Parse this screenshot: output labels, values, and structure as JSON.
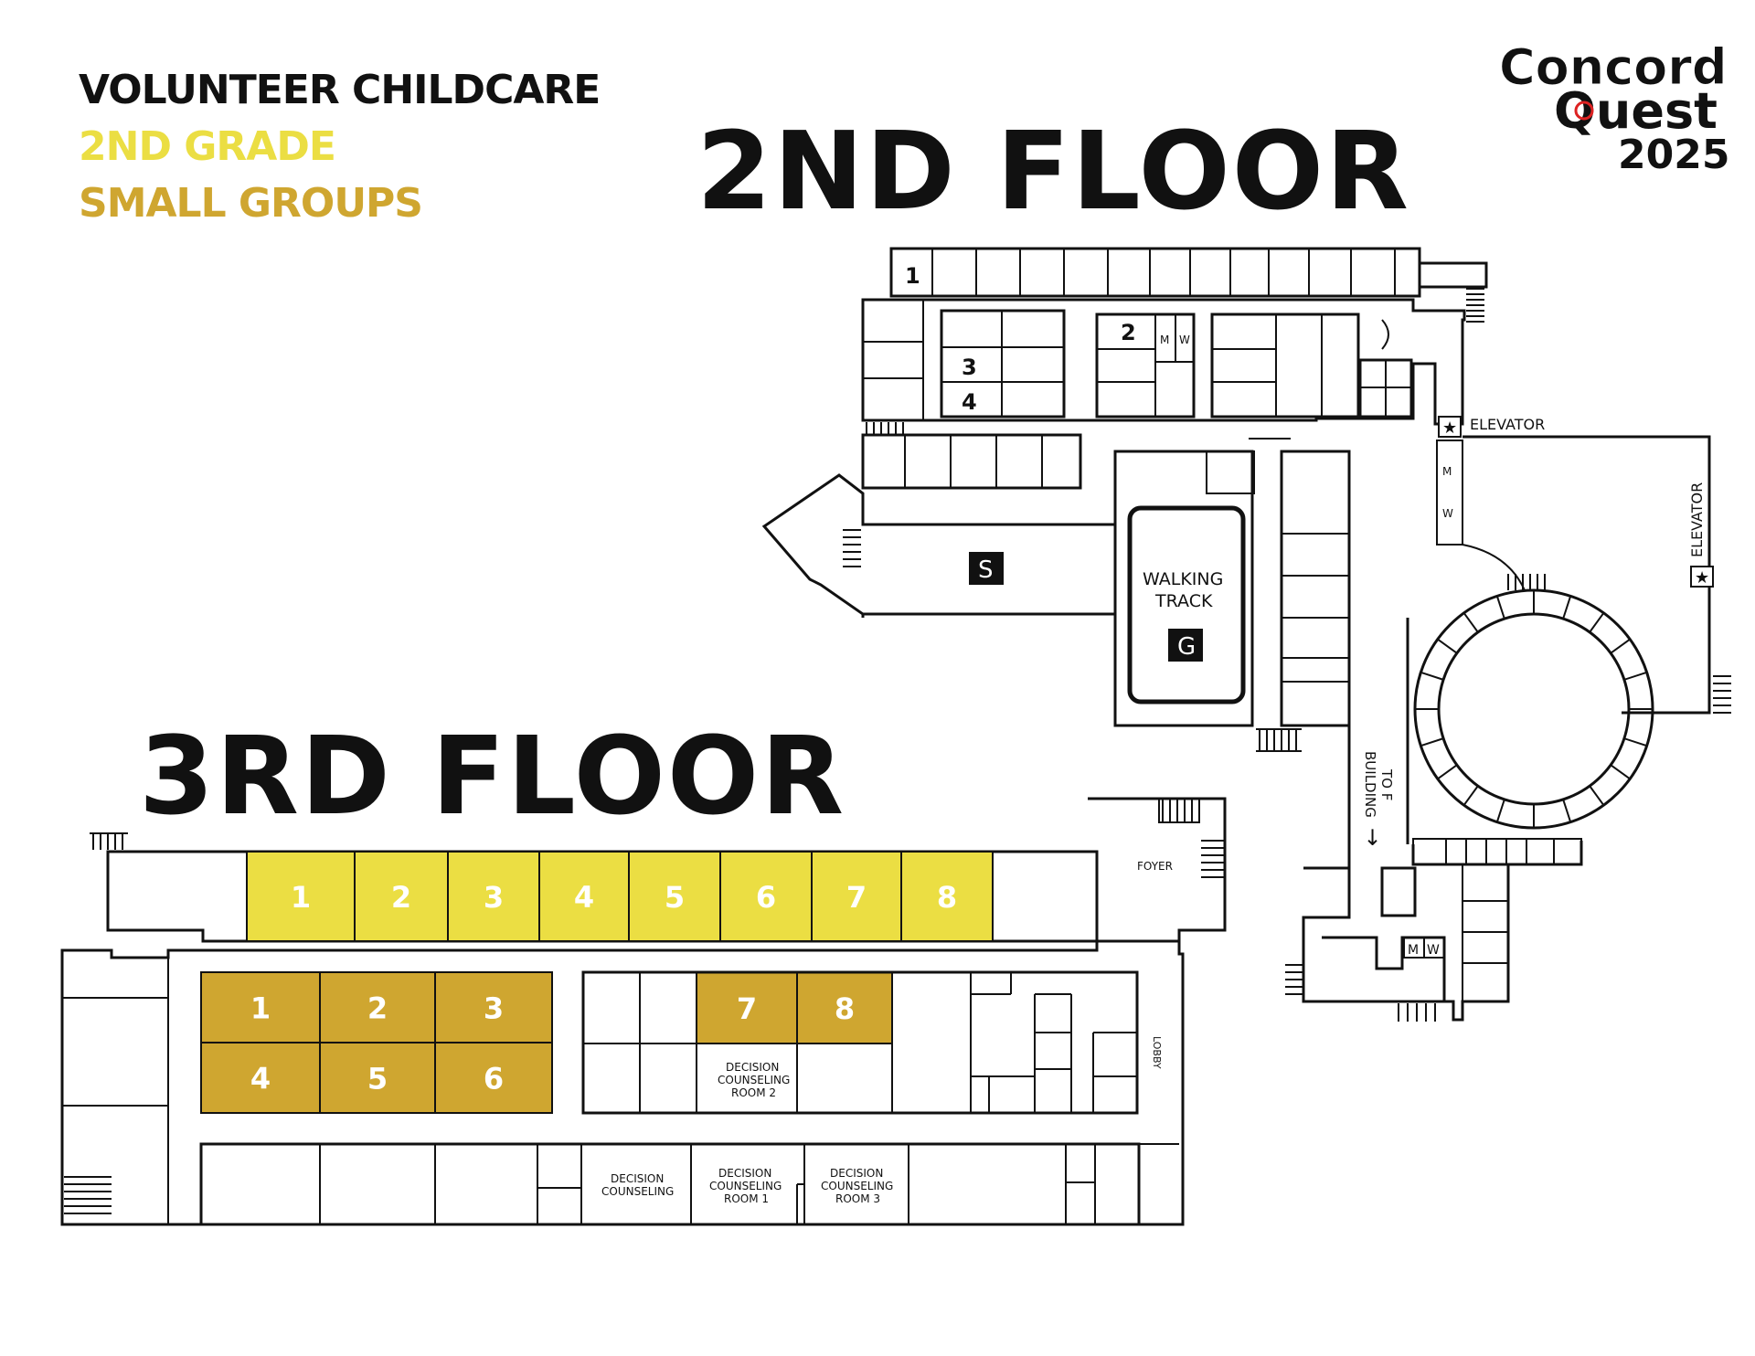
{
  "legend": {
    "line1": "VOLUNTEER CHILDCARE",
    "line2": "2ND GRADE",
    "line3": "SMALL GROUPS"
  },
  "colors": {
    "volunteer_childcare": "#111111",
    "second_grade": "#ebde43",
    "small_groups": "#cfa630",
    "walls": "#111111",
    "background": "#ffffff"
  },
  "logo": {
    "line1": "Concord",
    "line2": "Quest",
    "year": "2025"
  },
  "floor2": {
    "title": "2ND FLOOR",
    "room_numbers": [
      "1",
      "2",
      "3",
      "4"
    ],
    "restroom_m": "M",
    "restroom_w": "W",
    "elevator_label_1": "ELEVATOR",
    "elevator_label_2": "ELEVATOR",
    "s_marker": "S",
    "walking_track_line1": "WALKING",
    "walking_track_line2": "TRACK",
    "g_marker": "G",
    "to_f_line1": "TO F",
    "to_f_line2": "BUILDING",
    "to_f_arrow": "→"
  },
  "floor3": {
    "title": "3RD FLOOR",
    "second_grade_rooms": [
      "1",
      "2",
      "3",
      "4",
      "5",
      "6",
      "7",
      "8"
    ],
    "small_group_rooms": [
      "1",
      "2",
      "3",
      "4",
      "5",
      "6",
      "7",
      "8"
    ],
    "foyer": "FOYER",
    "lobby": "LOBBY",
    "decision_counseling": {
      "line1": "DECISION",
      "line2": "COUNSELING"
    },
    "decision_room_1": {
      "line1": "DECISION",
      "line2": "COUNSELING",
      "line3": "ROOM 1"
    },
    "decision_room_2": {
      "line1": "DECISION",
      "line2": "COUNSELING",
      "line3": "ROOM 2"
    },
    "decision_room_3": {
      "line1": "DECISION",
      "line2": "COUNSELING",
      "line3": "ROOM 3"
    },
    "restroom_m": "M",
    "restroom_w": "W"
  }
}
